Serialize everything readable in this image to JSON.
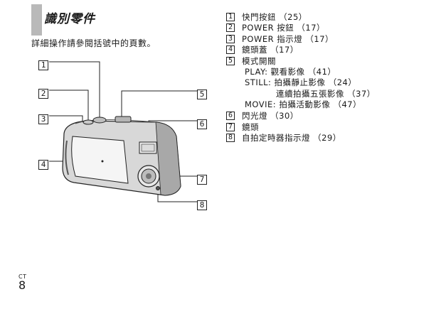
{
  "section_title": "識別零件",
  "intro": "詳細操作請參閱括號中的頁數。",
  "callouts": [
    "1",
    "2",
    "3",
    "4",
    "5",
    "6",
    "7",
    "8"
  ],
  "parts": [
    {
      "num": "1",
      "label": "快門按鈕 （25）"
    },
    {
      "num": "2",
      "label": "POWER 按鈕 （17）"
    },
    {
      "num": "3",
      "label": "POWER 指示燈 （17）"
    },
    {
      "num": "4",
      "label": "鏡頭蓋 （17）"
    },
    {
      "num": "5",
      "label": "模式開關"
    },
    {
      "num": "6",
      "label": "閃光燈 （30）"
    },
    {
      "num": "7",
      "label": "鏡頭"
    },
    {
      "num": "8",
      "label": "自拍定時器指示燈 （29）"
    }
  ],
  "mode_switch": [
    "PLAY: 觀看影像 （41）",
    "STILL: 拍攝靜止影像 （24）",
    "連續拍攝五張影像 （37）",
    "MOVIE: 拍攝活動影像 （47）"
  ],
  "page": {
    "lang": "CT",
    "number": "8"
  }
}
